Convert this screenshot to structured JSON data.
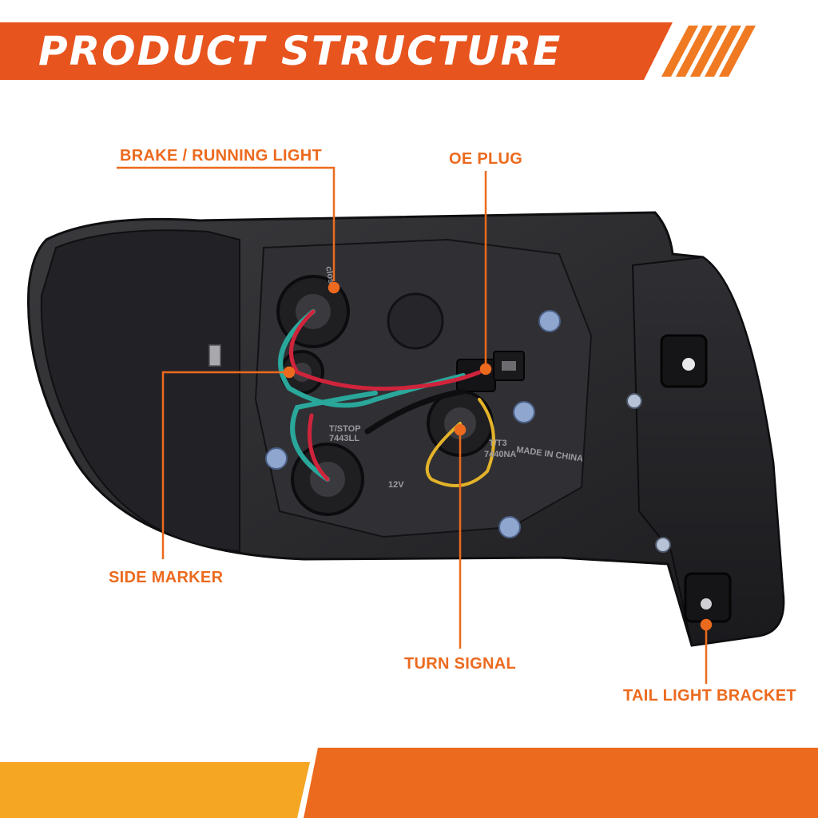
{
  "header": {
    "title": "PRODUCT STRUCTURE"
  },
  "callouts": {
    "brake_running_light": "BRAKE / RUNNING LIGHT",
    "oe_plug": "OE PLUG",
    "side_marker": "SIDE MARKER",
    "turn_signal": "TURN SIGNAL",
    "tail_light_bracket": "TAIL LIGHT BRACKET"
  },
  "housing_markings": {
    "close_top": "close",
    "stop_top": "T/STOP",
    "stop_bottom": "7443LL",
    "voltage": "12V",
    "turn_top": "T/T3",
    "turn_bottom": "7440NA",
    "made_in": "MADE IN CHINA"
  },
  "colors": {
    "accent": "#ec6a1e",
    "accent_dark": "#e2521a",
    "accent_yellow": "#f5a623",
    "housing": "#2b2b2d",
    "housing_dark": "#17171a"
  }
}
